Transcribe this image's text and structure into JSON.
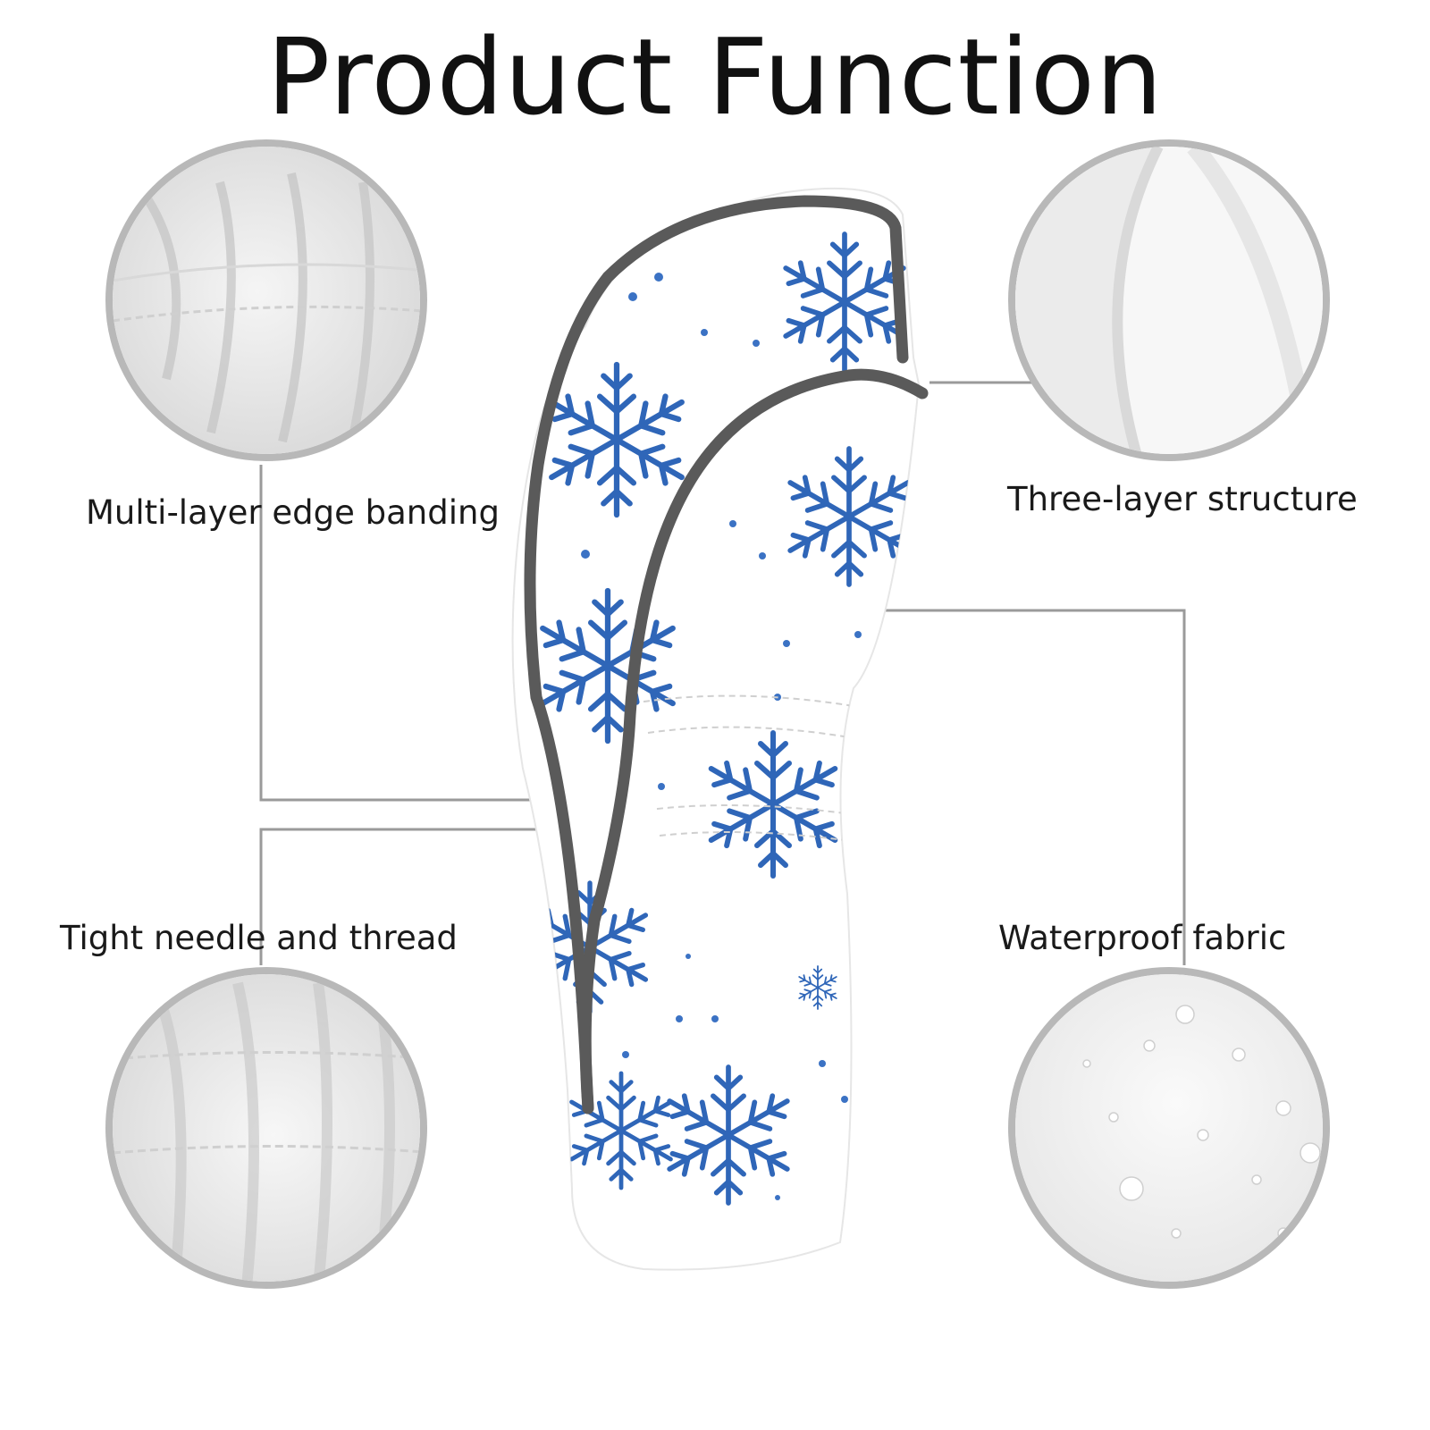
{
  "page": {
    "title": "Product Function"
  },
  "features": {
    "multi_layer": "Multi-layer edge banding",
    "three_layer": "Three-layer structure",
    "tight_needle": "Tight needle and thread",
    "waterproof": "Waterproof fabric"
  },
  "colors": {
    "circle_border": "#b8b8b8",
    "connector_line": "#9a9a9a",
    "snowflake": "#2f66b8",
    "piping": "#5a5a5a"
  },
  "icons": {
    "pattern": "snowflake-icon"
  }
}
